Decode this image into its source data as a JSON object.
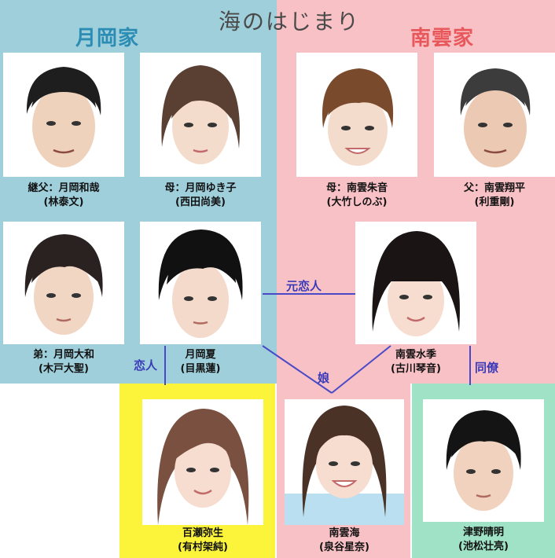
{
  "title": "海のはじまり",
  "families": {
    "tsukioka": "月岡家",
    "nagumo": "南雲家"
  },
  "people": {
    "kazuya": {
      "role_name": "継父：月岡和哉",
      "actor": "(林泰文)"
    },
    "yukiko": {
      "role_name": "母：月岡ゆき子",
      "actor": "(西田尚美)"
    },
    "akane": {
      "role_name": "母：南雲朱音",
      "actor": "(大竹しのぶ)"
    },
    "shohei": {
      "role_name": "父：南雲翔平",
      "actor": "(利重剛)"
    },
    "yamato": {
      "role_name": "弟：月岡大和",
      "actor": "(木戸大聖)"
    },
    "natsu": {
      "role_name": "月岡夏",
      "actor": "(目黒蓮)"
    },
    "mizuki": {
      "role_name": "南雲水季",
      "actor": "(古川琴音)"
    },
    "yayoi": {
      "role_name": "百瀬弥生",
      "actor": "(有村架純)"
    },
    "umi": {
      "role_name": "南雲海",
      "actor": "(泉谷星奈)"
    },
    "haruaki": {
      "role_name": "津野晴明",
      "actor": "(池松壮亮)"
    }
  },
  "relations": {
    "ex_lover": "元恋人",
    "lover": "恋人",
    "daughter": "娘",
    "colleague": "同僚"
  },
  "colors": {
    "tsukioka_bg": "#9fcfdb",
    "nagumo_bg": "#f8c1c6",
    "yayoi_bg": "#fbf43b",
    "haruaki_bg": "#9fe2c6",
    "line": "#4a4ac8"
  }
}
